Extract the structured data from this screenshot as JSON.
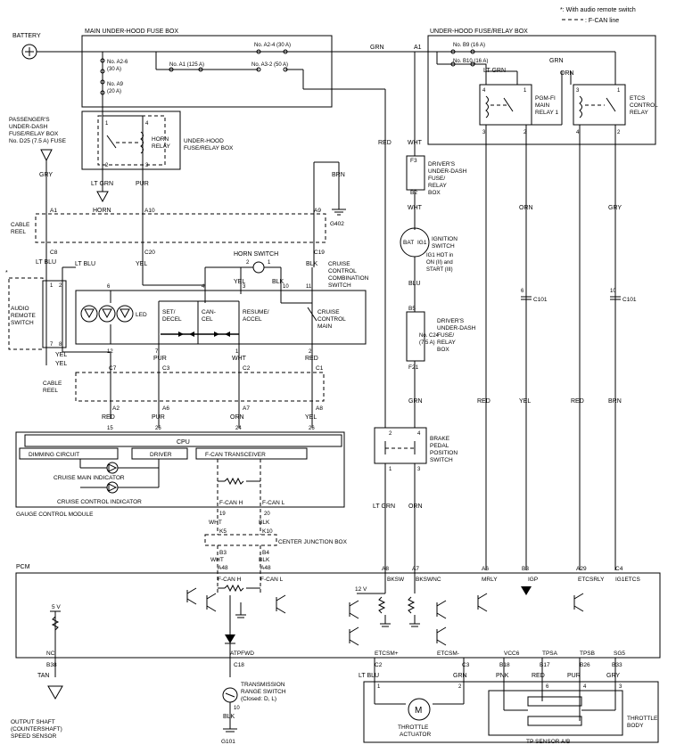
{
  "legend": {
    "line1": "*: With audio remote switch",
    "line2": ": F-CAN line"
  },
  "labels": {
    "battery": "BATTERY",
    "main_fuse_box": "MAIN UNDER-HOOD FUSE BOX",
    "relay_box": "UNDER-HOOD FUSE/RELAY BOX",
    "passenger_box_1": "PASSENGER'S",
    "passenger_box_2": "UNDER-DASH",
    "passenger_box_3": "FUSE/RELAY BOX",
    "passenger_box_4": "No. D25 (7.5 A) FUSE",
    "horn_relay_1": "HORN",
    "horn_relay_2": "RELAY",
    "uh_fuse_relay_1": "UNDER-HOOD",
    "uh_fuse_relay_2": "FUSE/RELAY BOX",
    "pgmfi_1": "PGM-FI",
    "pgmfi_2": "MAIN",
    "pgmfi_3": "RELAY 1",
    "etcs_1": "ETCS",
    "etcs_2": "CONTROL",
    "etcs_3": "RELAY",
    "driver_box_1": "DRIVER'S",
    "driver_box_2": "UNDER-DASH",
    "driver_box_3": "FUSE/",
    "driver_box_4": "RELAY",
    "driver_box_5": "BOX",
    "ignition_1": "IGNITION",
    "ignition_2": "SWITCH",
    "ignition_3": "IG1 HOT in",
    "ignition_4": "ON (II) and",
    "ignition_5": "START (III)",
    "horn": "HORN",
    "horn_switch": "HORN SWITCH",
    "cable_reel_1": "CABLE",
    "cable_reel_2": "REEL",
    "cruise_combo_1": "CRUISE",
    "cruise_combo_2": "CONTROL",
    "cruise_combo_3": "COMBINATION",
    "cruise_combo_4": "SWITCH",
    "audio_1": "AUDIO",
    "audio_2": "REMOTE",
    "audio_3": "SWITCH",
    "led": "LED",
    "set": "SET/",
    "decel": "DECEL",
    "can": "CAN-",
    "cel": "CEL",
    "resume": "RESUME/",
    "accel": "ACCEL",
    "cruise_main_1": "CRUISE",
    "cruise_main_2": "CONTROL",
    "cruise_main_3": "MAIN",
    "brake_1": "BRAKE",
    "brake_2": "PEDAL",
    "brake_3": "POSITION",
    "brake_4": "SWITCH",
    "cpu": "CPU",
    "dimming": "DIMMING CIRCUIT",
    "driver": "DRIVER",
    "fcan_tx": "F-CAN TRANSCEIVER",
    "cruise_main_ind": "CRUISE MAIN INDICATOR",
    "cruise_ctrl_ind": "CRUISE CONTROL INDICATOR",
    "gauge": "GAUGE CONTROL MODULE",
    "fcan_h": "F-CAN H",
    "fcan_l": "F-CAN L",
    "center_jb": "CENTER JUNCTION BOX",
    "pcm": "PCM",
    "bksw": "BKSW",
    "bkswnc": "BKSWNC",
    "mrly": "MRLY",
    "igp": "IGP",
    "etcsrly": "ETCSRLY",
    "ig1etcs": "IG1ETCS",
    "v12": "12 V",
    "v5": "5 V",
    "etcsm_plus": "ETCSM+",
    "etcsm_minus": "ETCSM-",
    "vcc6": "VCC6",
    "tp5a": "TPSA",
    "tp5b": "TPSB",
    "sg5": "SG5",
    "nc": "NC",
    "atpfwd": "ATPFWD",
    "trs_1": "TRANSMISSION",
    "trs_2": "RANGE SWITCH",
    "trs_3": "(Closed: D, L)",
    "output_1": "OUTPUT SHAFT",
    "output_2": "(COUNTERSHAFT)",
    "output_3": "SPEED SENSOR",
    "throttle_act_1": "THROTTLE",
    "throttle_act_2": "ACTUATOR",
    "tp_sensor": "TP SENSOR A/B",
    "throttle_body_1": "THROTTLE",
    "throttle_body_2": "BODY",
    "bat": "BAT",
    "ig1": "IG1",
    "m": "M",
    "star": "*"
  },
  "fuses": {
    "a26_1": "No. A2-6",
    "a26_2": "(30 A)",
    "a9_1": "No. A9",
    "a9_2": "(20 A)",
    "a1": "No. A1 (125 A)",
    "a24": "No. A2-4 (30 A)",
    "a32": "No. A3-2 (50 A)",
    "b9": "No. B9 (16 A)",
    "b10": "No. B10 (16 A)",
    "c24_1": "No. C24",
    "c24_2": "(7.5 A)"
  },
  "wires": {
    "grn1": "GRN",
    "grn2": "GRN",
    "grn3": "GRN",
    "grn4": "GRN",
    "grn5": "GRN",
    "ltgrn1": "LT GRN",
    "ltgrn2": "LT GRN",
    "ltgrn3": "LT GRN",
    "red1": "RED",
    "red2": "RED",
    "red3": "RED",
    "red4": "RED",
    "red5": "RED",
    "wht1": "WHT",
    "wht2": "WHT",
    "wht3": "WHT",
    "wht4": "WHT",
    "whtfcan": "WHT",
    "blk1": "BLK",
    "blk2": "BLK",
    "blk3": "BLK",
    "brn1": "BRN",
    "brn2": "BRN",
    "gry1": "GRY",
    "gry2": "GRY",
    "gry3": "GRY",
    "pur1": "PUR",
    "pur2": "PUR",
    "pur3": "PUR",
    "pur4": "PUR",
    "yel1": "YEL",
    "yel2": "YEL",
    "yel3": "YEL",
    "yel4": "YEL",
    "yel5": "YEL",
    "yel6": "YEL",
    "orn1": "ORN",
    "orn2": "ORN",
    "orn3": "ORN",
    "orn4": "ORN",
    "ltblu1": "LT BLU",
    "ltblu2": "LT BLU",
    "ltblu3": "LT BLU",
    "blu": "BLU",
    "tan": "TAN",
    "pnk": "PNK",
    "bk10": "BLK"
  },
  "connectors": {
    "a1": "A1",
    "a1b": "A1",
    "a10": "A10",
    "a9": "A9",
    "c8": "C8",
    "c20": "C20",
    "c19": "C19",
    "c7": "C7",
    "c3": "C3",
    "c2": "C2",
    "c1": "C1",
    "a2": "A2",
    "a6": "A6",
    "a7": "A7",
    "a8": "A8",
    "f3": "F3",
    "b2": "B2",
    "b5": "B5",
    "f21": "F21",
    "c101a": "C101",
    "c101b": "C101",
    "k5": "K5",
    "k10": "K10",
    "b3": "B3",
    "b4": "B4",
    "a48a": "A48",
    "a48b": "A48",
    "pa8": "A8",
    "pa7": "A7",
    "pa6": "A6",
    "pb3": "B3",
    "pa29": "A29",
    "pc4": "C4",
    "b38": "B38",
    "c18": "C18",
    "c2b": "C2",
    "c3b": "C3",
    "b18": "B18",
    "b17": "B17",
    "b26": "B26",
    "b33": "B33",
    "g402": "G402",
    "g101": "G101"
  },
  "pins": {
    "p15": "15",
    "p26a": "26",
    "p24": "24",
    "p26b": "26",
    "p19": "19",
    "p20": "20",
    "p6": "6",
    "p12": "12",
    "p7": "7",
    "p8": "8",
    "p9": "9",
    "p3": "3",
    "p4": "4",
    "p10": "10",
    "p11": "11",
    "p2": "2",
    "p1": "1",
    "r1": "1",
    "r2": "2",
    "r3": "3",
    "r4": "4",
    "c101p6": "6",
    "c101p10": "10"
  }
}
